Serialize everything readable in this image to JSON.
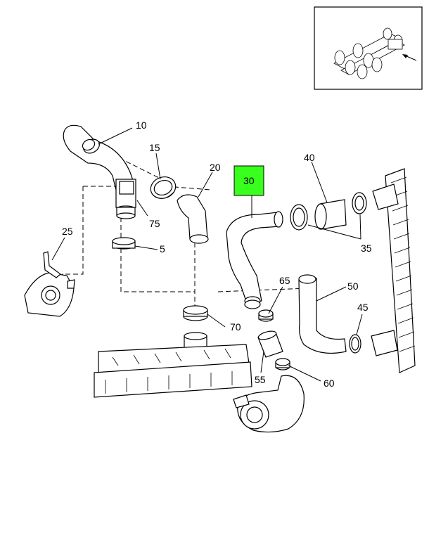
{
  "callouts": [
    {
      "id": "10",
      "text": "10"
    },
    {
      "id": "15",
      "text": "15"
    },
    {
      "id": "20",
      "text": "20"
    },
    {
      "id": "25",
      "text": "25"
    },
    {
      "id": "5",
      "text": "5"
    },
    {
      "id": "75",
      "text": "75"
    },
    {
      "id": "30",
      "text": "30"
    },
    {
      "id": "40",
      "text": "40"
    },
    {
      "id": "35",
      "text": "35"
    },
    {
      "id": "50",
      "text": "50"
    },
    {
      "id": "65",
      "text": "65"
    },
    {
      "id": "45",
      "text": "45"
    },
    {
      "id": "70",
      "text": "70"
    },
    {
      "id": "55",
      "text": "55"
    },
    {
      "id": "60",
      "text": "60"
    }
  ],
  "highlight": {
    "label": "30",
    "color": "#39ff1e"
  }
}
